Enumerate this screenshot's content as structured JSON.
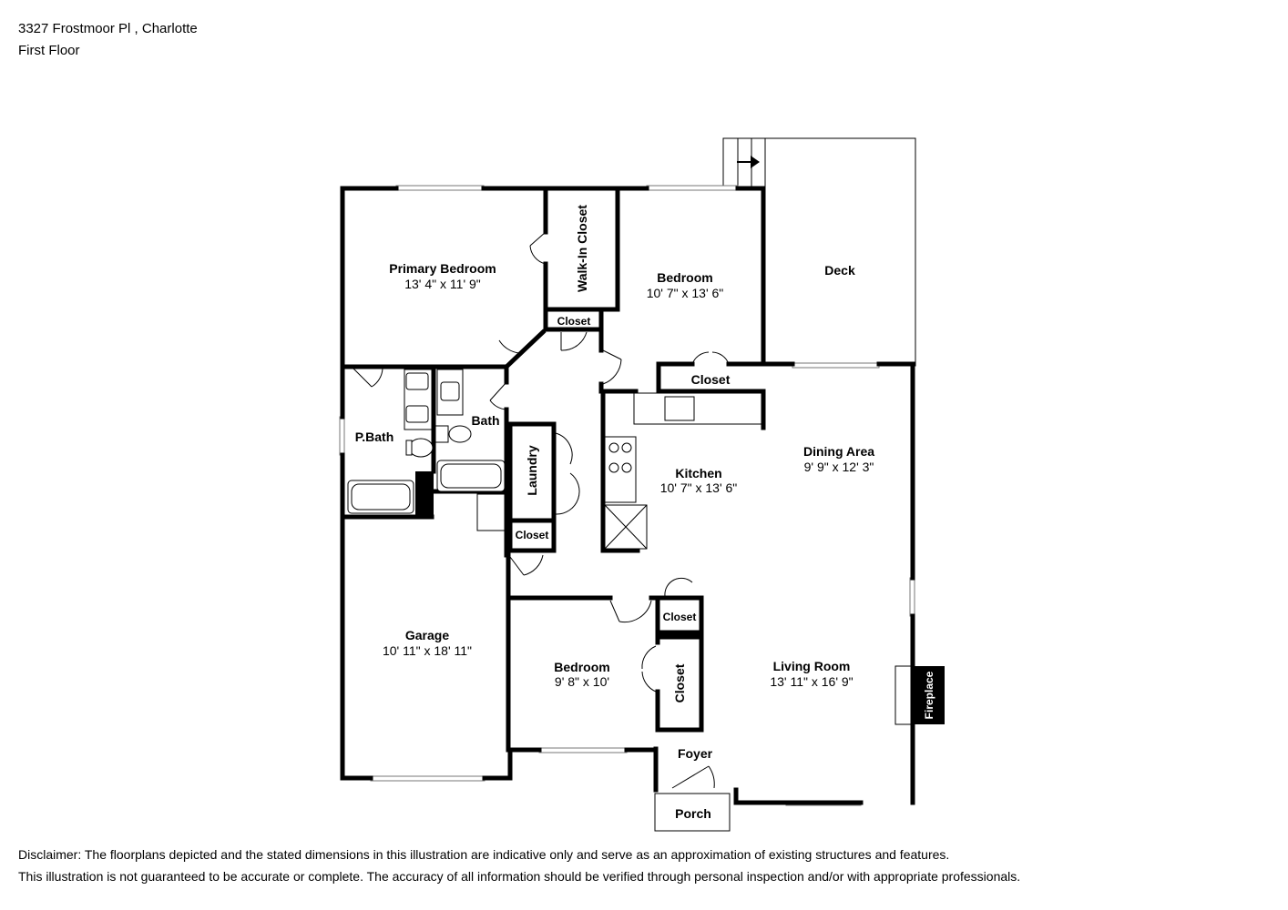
{
  "header": {
    "address": "3327 Frostmoor Pl , Charlotte",
    "floor": "First Floor"
  },
  "rooms": {
    "primary_bedroom": {
      "name": "Primary Bedroom",
      "dims": "13' 4\" x 11' 9\""
    },
    "walk_in_closet": {
      "name": "Walk-In Closet"
    },
    "bedroom_upper": {
      "name": "Bedroom",
      "dims": "10' 7\" x 13' 6\""
    },
    "deck": {
      "name": "Deck"
    },
    "closet_upper_small": {
      "name": "Closet"
    },
    "closet_bedroom_upper": {
      "name": "Closet"
    },
    "pbath": {
      "name": "P.Bath"
    },
    "bath": {
      "name": "Bath"
    },
    "laundry": {
      "name": "Laundry"
    },
    "closet_laundry": {
      "name": "Closet"
    },
    "kitchen": {
      "name": "Kitchen",
      "dims": "10' 7\" x 13' 6\""
    },
    "dining_area": {
      "name": "Dining Area",
      "dims": "9' 9\" x 12' 3\""
    },
    "garage": {
      "name": "Garage",
      "dims": "10' 11\" x 18' 11\""
    },
    "bedroom_lower": {
      "name": "Bedroom",
      "dims": "9' 8\" x 10'"
    },
    "closet_lower_small": {
      "name": "Closet"
    },
    "closet_lower_tall": {
      "name": "Closet"
    },
    "living_room": {
      "name": "Living Room",
      "dims": "13' 11\" x 16' 9\""
    },
    "fireplace": {
      "name": "Fireplace"
    },
    "foyer": {
      "name": "Foyer"
    },
    "porch": {
      "name": "Porch"
    }
  },
  "disclaimer": {
    "line1": "Disclaimer: The floorplans depicted and the stated dimensions in this illustration are indicative only and serve as an approximation of existing structures and features.",
    "line2": "This illustration is not guaranteed to be accurate or complete. The accuracy of all information should be verified through personal inspection and/or with appropriate professionals."
  }
}
